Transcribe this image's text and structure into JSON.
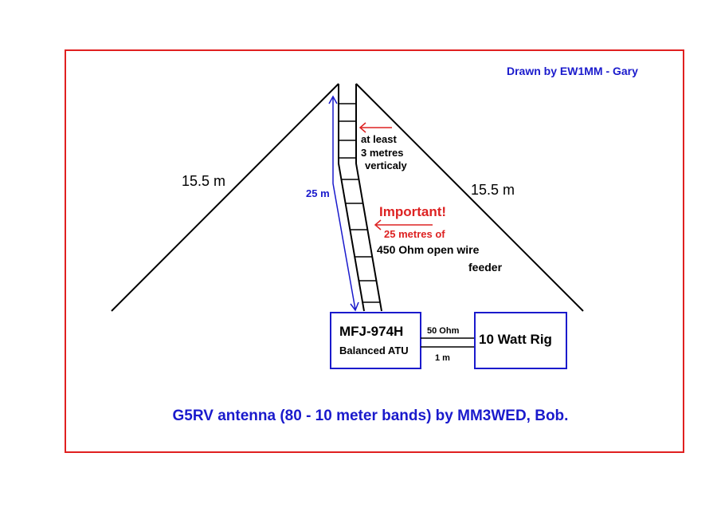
{
  "credit": "Drawn by EW1MM - Gary",
  "left_length": "15.5 m",
  "right_length": "15.5 m",
  "feeder_length": "25 m",
  "vertical_note": [
    "at least",
    "3 metres",
    "verticaly"
  ],
  "important": "Important!",
  "feeder_note": [
    "25 metres of",
    "450 Ohm open wire",
    "feeder"
  ],
  "atu": {
    "model": "MFJ-974H",
    "type": "Balanced ATU"
  },
  "coax": {
    "impedance": "50 Ohm",
    "length": "1 m"
  },
  "rig": "10 Watt Rig",
  "title": "G5RV antenna (80 - 10 meter bands) by MM3WED, Bob.",
  "colors": {
    "border": "#e02020",
    "blue": "#1a1acc",
    "red": "#dd2222"
  }
}
